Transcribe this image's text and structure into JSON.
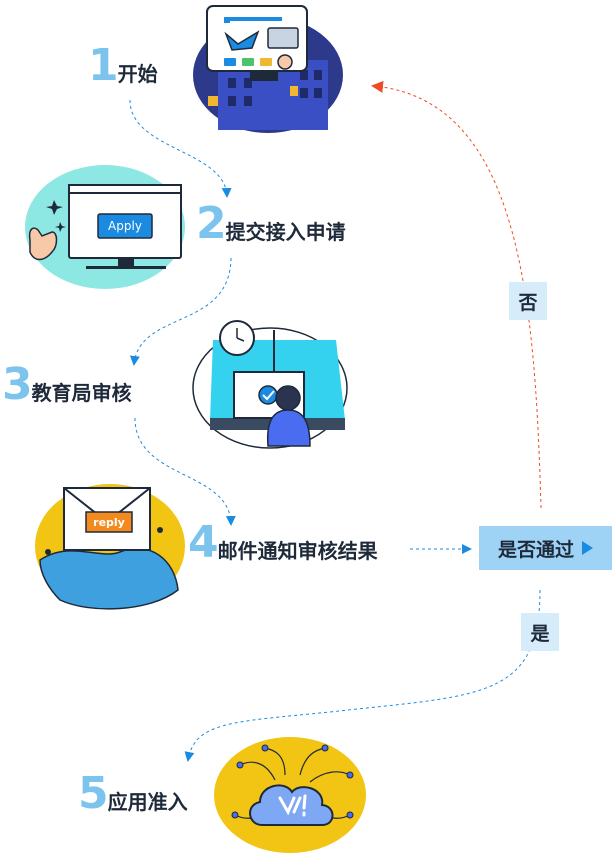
{
  "steps": [
    {
      "number": "1",
      "label": "开始"
    },
    {
      "number": "2",
      "label": "提交接入申请"
    },
    {
      "number": "3",
      "label": "教育局审核"
    },
    {
      "number": "4",
      "label": "邮件通知审核结果"
    },
    {
      "number": "5",
      "label": "应用准入"
    }
  ],
  "decision": {
    "label": "是否通过"
  },
  "branches": {
    "no": "否",
    "yes": "是"
  },
  "illustrations": {
    "apply_button": "Apply",
    "reply_label": "reply"
  },
  "colors": {
    "step_number": "#7cc3ee",
    "flow_arrow": "#1a8be0",
    "reject_arrow": "#f04a23",
    "decision_fill": "#9fd3f6",
    "branch_tag_fill": "#d7ecfb"
  }
}
